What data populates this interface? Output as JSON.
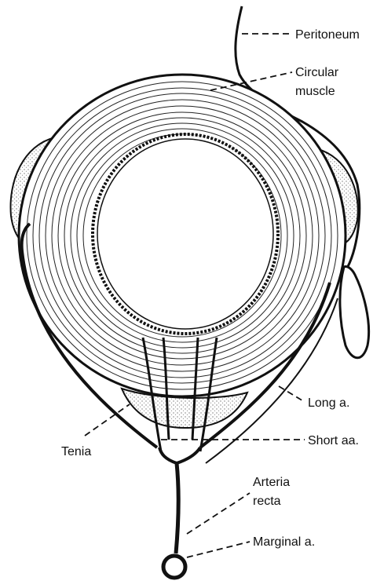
{
  "labels": {
    "peritoneum": "Peritoneum",
    "circular_muscle_1": "Circular",
    "circular_muscle_2": "muscle",
    "long_a": "Long a.",
    "tenia": "Tenia",
    "short_aa": "Short aa.",
    "arteria_recta_1": "Arteria",
    "arteria_recta_2": "recta",
    "marginal_a": "Marginal a."
  },
  "colors": {
    "ink": "#111111",
    "paper": "#ffffff",
    "stipple": "#9a9a9a"
  }
}
